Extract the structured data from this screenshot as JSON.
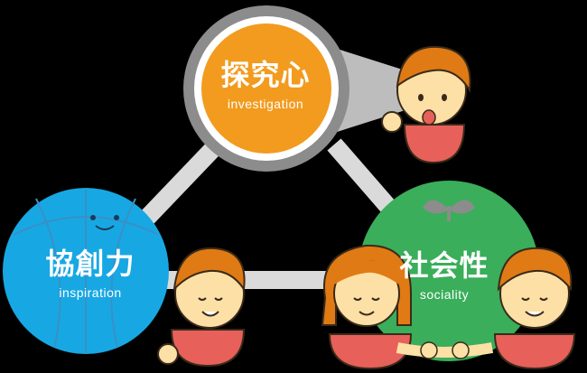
{
  "nodes": {
    "investigation": {
      "jp": "探究心",
      "en": "investigation",
      "color": "#F29B1E"
    },
    "inspiration": {
      "jp": "協創力",
      "en": "inspiration",
      "color": "#17A8E3"
    },
    "sociality": {
      "jp": "社会性",
      "en": "sociality",
      "color": "#3AAE5A"
    }
  },
  "colors": {
    "background": "#000000",
    "connector": "#DADADA",
    "magnifier_ring": "#8C8C8C",
    "skin": "#FCE0A6",
    "hair": "#E07A14",
    "shirt": "#E8605A"
  }
}
